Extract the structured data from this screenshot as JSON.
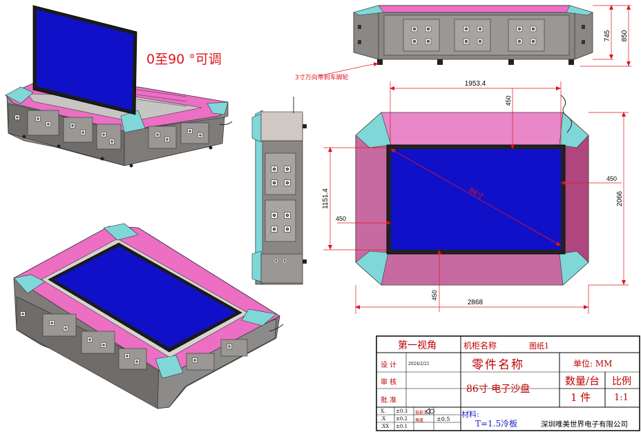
{
  "callouts": {
    "tilt": "0至90 °可调",
    "caster": "3寸万向带刹车脚轮"
  },
  "dims": {
    "top_height_745": "745",
    "top_height_850": "850",
    "width_1953": "1953.4",
    "height_1151": "1151.4",
    "margin_top": "450",
    "margin_right": "450",
    "margin_left_side": "450",
    "margin_bottom": "450",
    "diagonal": "86寸",
    "depth_2066": "2066",
    "length_2868": "2868"
  },
  "title_block": {
    "view": "第一视角",
    "cabinet_label": "机柜名称",
    "drawing": "图纸1",
    "design": "设 计",
    "date": "2024/2/21",
    "part_name_label": "零件名称",
    "unit_label": "单位: MM",
    "review": "审 核",
    "approve": "批 准",
    "part_name": "86寸 电子沙盘",
    "qty_label": "数量/台",
    "scale_label": "比例",
    "qty": "1 件",
    "scale": "1:1",
    "tol_x": "X.",
    "tol_x_val": "±0.3",
    "tol_xx": ".X",
    "tol_xx_val": "±0.2",
    "tol_xxx": ".XX",
    "tol_xxx_val": "±0.1",
    "projection": "投影法",
    "angle": "角度",
    "angle_val": "±0.5",
    "material_label": "材料:",
    "material": "T=1.5冷板",
    "company": "深圳唯美世界电子有限公司"
  },
  "colors": {
    "screen": "#1010c8",
    "pink": "#ec6fc4",
    "pink_dark": "#b0467e",
    "cyan": "#7fd7d8",
    "body_gray": "#8a8784",
    "dim_red": "#e0141e"
  }
}
